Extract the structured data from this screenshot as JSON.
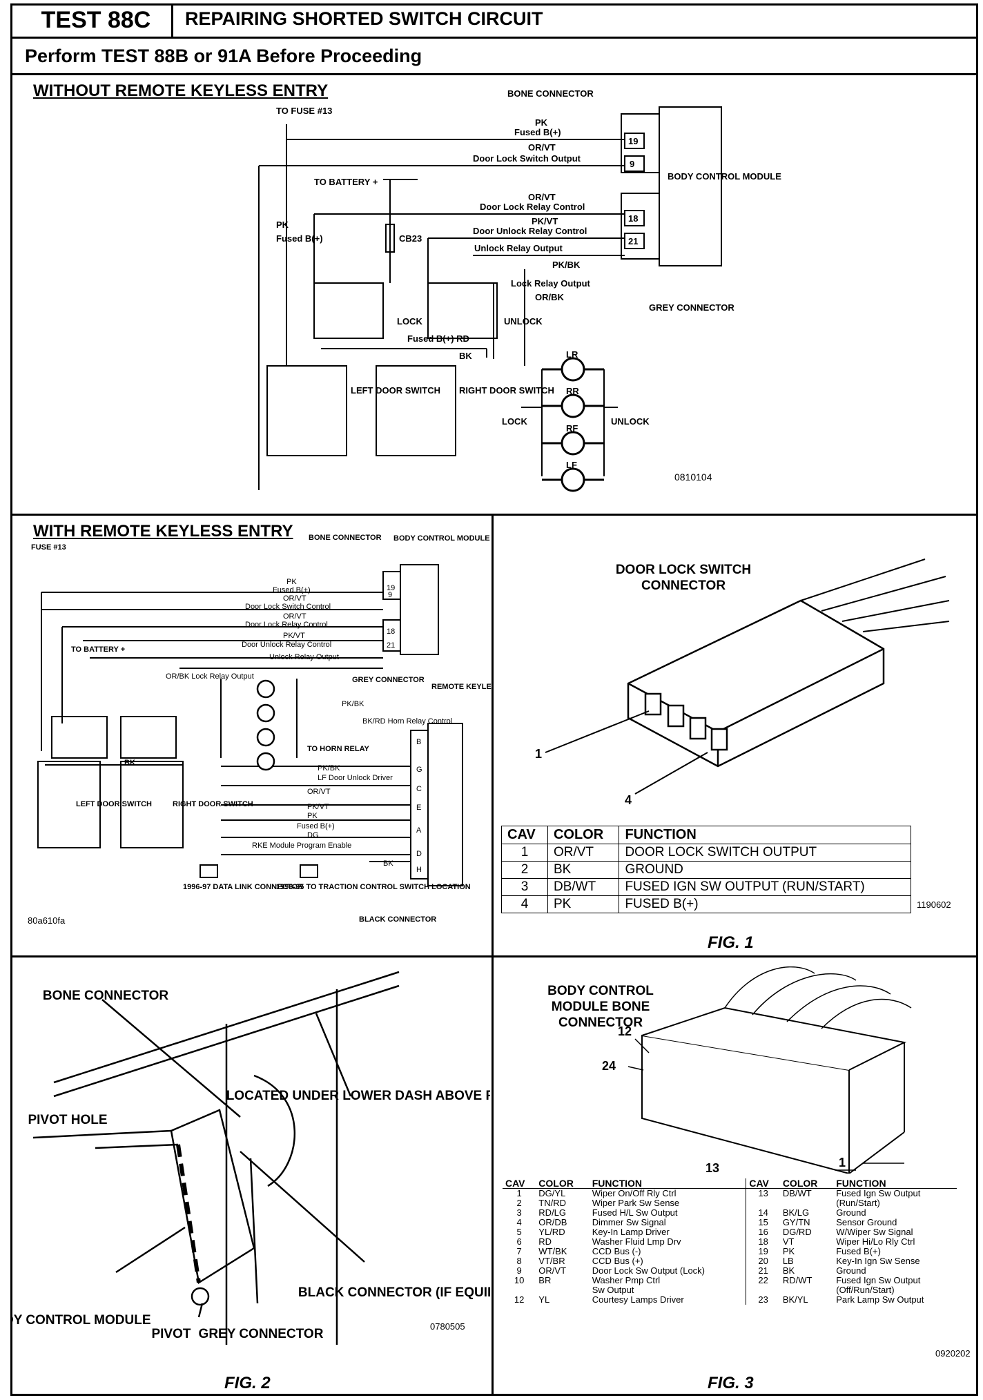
{
  "header": {
    "test_id": "TEST 88C",
    "title": "REPAIRING SHORTED SWITCH CIRCUIT",
    "subtitle": "Perform TEST 88B or 91A Before Proceeding"
  },
  "section1": {
    "title": "WITHOUT REMOTE KEYLESS ENTRY",
    "code": "0810104",
    "labels": {
      "to_fuse": "TO FUSE #13",
      "bone_connector": "BONE CONNECTOR",
      "pk": "PK",
      "fused_bplus": "Fused B(+)",
      "orvt": "OR/VT",
      "door_lock_switch_output": "Door Lock Switch Output",
      "to_battery": "TO BATTERY +",
      "door_lock_relay_control": "Door Lock Relay Control",
      "pkvt": "PK/VT",
      "door_unlock_relay_control": "Door Unlock Relay Control",
      "unlock_relay_output": "Unlock Relay Output",
      "pkbk": "PK/BK",
      "body_control_module": "BODY CONTROL MODULE",
      "grey_connector": "GREY CONNECTOR",
      "cb23": "CB23",
      "lock": "LOCK",
      "unlock": "UNLOCK",
      "fused_bplus_rd": "Fused B(+) RD",
      "lock_relay_output": "Lock Relay Output",
      "orbk": "OR/BK",
      "bk": "BK",
      "left_door_switch": "LEFT DOOR SWITCH",
      "right_door_switch": "RIGHT DOOR SWITCH",
      "lr": "LR",
      "rr": "RR",
      "rf": "RF",
      "lf": "LF",
      "pins": [
        "19",
        "9",
        "18",
        "21"
      ]
    }
  },
  "section2": {
    "title": "WITH REMOTE KEYLESS ENTRY",
    "code": "80a610fa",
    "labels": {
      "fuse13": "FUSE #13",
      "bone_connector": "BONE CONNECTOR",
      "body_control_module": "BODY CONTROL MODULE",
      "pk": "PK",
      "fused_bplus": "Fused B(+)",
      "orvt": "OR/VT",
      "door_lock_switch_control": "Door Lock Switch Control",
      "door_lock_relay_control": "Door Lock Relay Control",
      "pkvt": "PK/VT",
      "door_unlock_relay_control": "Door Unlock Relay Control",
      "unlock_relay_output": "Unlock Relay Output",
      "to_battery": "TO BATTERY +",
      "grey_connector": "GREY CONNECTOR",
      "rke_module": "REMOTE KEYLESS ENTRY MODULE",
      "orbk_lock_relay_output": "OR/BK Lock Relay Output",
      "pkbk": "PK/BK",
      "bkrd_horn": "BK/RD Horn Relay Control",
      "to_horn_relay": "TO HORN RELAY",
      "lf_door_unlock_driver": "LF Door Unlock Driver",
      "dg": "DG",
      "rke_program_enable": "RKE Module Program Enable",
      "bk": "BK",
      "data_link": "1996-97 DATA LINK CONNECTOR",
      "traction": "1993-95 TO TRACTION CONTROL SWITCH LOCATION",
      "black_connector": "BLACK CONNECTOR",
      "left_door_switch": "LEFT DOOR SWITCH",
      "right_door_switch": "RIGHT DOOR SWITCH",
      "pins_bcm": [
        "19",
        "9",
        "18",
        "21"
      ],
      "pins_rke": [
        "B",
        "G",
        "C",
        "E",
        "A",
        "D",
        "H"
      ]
    }
  },
  "fig1": {
    "title": "DOOR LOCK SWITCH CONNECTOR",
    "caption": "FIG. 1",
    "code": "1190602",
    "callouts": [
      "1",
      "4"
    ],
    "columns": [
      "CAV",
      "COLOR",
      "FUNCTION"
    ],
    "rows": [
      {
        "cav": "1",
        "color": "OR/VT",
        "function": "DOOR LOCK SWITCH OUTPUT"
      },
      {
        "cav": "2",
        "color": "BK",
        "function": "GROUND"
      },
      {
        "cav": "3",
        "color": "DB/WT",
        "function": "FUSED IGN SW OUTPUT (RUN/START)"
      },
      {
        "cav": "4",
        "color": "PK",
        "function": "FUSED B(+)"
      }
    ]
  },
  "fig2": {
    "caption": "FIG. 2",
    "code": "0780505",
    "labels": {
      "bone_connector": "BONE CONNECTOR",
      "pivot_hole": "PIVOT HOLE",
      "located": "LOCATED UNDER LOWER DASH ABOVE RIGHT KICK PAD",
      "black_connector": "BLACK CONNECTOR (IF EQUIPPED)",
      "body_control_module": "BODY CONTROL MODULE",
      "pivot": "PIVOT",
      "grey_connector": "GREY CONNECTOR"
    }
  },
  "fig3": {
    "title": "BODY CONTROL MODULE BONE CONNECTOR",
    "caption": "FIG. 3",
    "code": "0920202",
    "callouts": [
      "12",
      "24",
      "13",
      "1"
    ],
    "columns": [
      "CAV",
      "COLOR",
      "FUNCTION",
      "CAV",
      "COLOR",
      "FUNCTION"
    ],
    "rows": [
      {
        "cav": "1",
        "color": "DG/YL",
        "function": "Wiper On/Off Rly Ctrl",
        "cav2": "13",
        "color2": "DB/WT",
        "function2": "Fused Ign Sw Output"
      },
      {
        "cav": "2",
        "color": "TN/RD",
        "function": "Wiper Park Sw Sense",
        "cav2": "",
        "color2": "",
        "function2": "(Run/Start)"
      },
      {
        "cav": "3",
        "color": "RD/LG",
        "function": "Fused H/L Sw Output",
        "cav2": "14",
        "color2": "BK/LG",
        "function2": "Ground"
      },
      {
        "cav": "4",
        "color": "OR/DB",
        "function": "Dimmer Sw Signal",
        "cav2": "15",
        "color2": "GY/TN",
        "function2": "Sensor Ground"
      },
      {
        "cav": "5",
        "color": "YL/RD",
        "function": "Key-In Lamp Driver",
        "cav2": "16",
        "color2": "DG/RD",
        "function2": "W/Wiper Sw Signal"
      },
      {
        "cav": "6",
        "color": "RD",
        "function": "Washer Fluid Lmp Drv",
        "cav2": "18",
        "color2": "VT",
        "function2": "Wiper Hi/Lo Rly Ctrl"
      },
      {
        "cav": "7",
        "color": "WT/BK",
        "function": "CCD Bus (-)",
        "cav2": "19",
        "color2": "PK",
        "function2": "Fused B(+)"
      },
      {
        "cav": "8",
        "color": "VT/BR",
        "function": "CCD Bus (+)",
        "cav2": "20",
        "color2": "LB",
        "function2": "Key-In Ign Sw Sense"
      },
      {
        "cav": "9",
        "color": "OR/VT",
        "function": "Door Lock Sw Output (Lock)",
        "cav2": "21",
        "color2": "BK",
        "function2": "Ground"
      },
      {
        "cav": "10",
        "color": "BR",
        "function": "Washer Pmp Ctrl",
        "cav2": "22",
        "color2": "RD/WT",
        "function2": "Fused Ign Sw Output"
      },
      {
        "cav": "",
        "color": "",
        "function": "Sw Output",
        "cav2": "",
        "color2": "",
        "function2": "(Off/Run/Start)"
      },
      {
        "cav": "12",
        "color": "YL",
        "function": "Courtesy Lamps Driver",
        "cav2": "23",
        "color2": "BK/YL",
        "function2": "Park Lamp Sw Output"
      }
    ]
  }
}
